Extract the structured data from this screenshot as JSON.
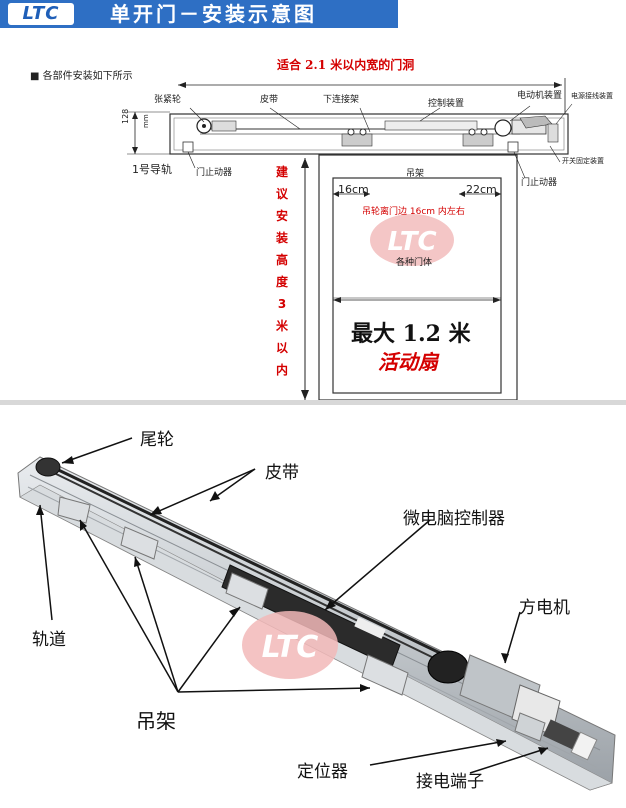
{
  "header": {
    "logo": "LTC",
    "title": "单开门－安装示意图"
  },
  "top": {
    "note": "■ 各部件安装如下所示",
    "width_note": "适合 2.1 米以内宽的门洞",
    "labels": {
      "tension_wheel": "张紧轮",
      "belt": "皮带",
      "lower_bracket": "下连接架",
      "control_unit": "控制装置",
      "motor_unit": "电动机装置",
      "power_terminal": "电源接线装置",
      "dim_128": "128",
      "dim_unit": "mm",
      "rail_1": "1号导轨",
      "stopper_left": "门止动器",
      "stopper_right": "门止动器",
      "hanger": "吊架",
      "switch_fix": "开关固定装置",
      "dim_16": "16cm",
      "dim_22": "22cm",
      "hanger_note": "吊轮离门边 16cm 内左右",
      "door_types": "各种门体",
      "max_leaf": "最大 1.2 米",
      "leaf_name": "活动扇"
    },
    "vertical_note": [
      "建",
      "议",
      "安",
      "装",
      "高",
      "度",
      "3",
      "米",
      "以",
      "内"
    ]
  },
  "bottom": {
    "labels": {
      "tail_wheel": "尾轮",
      "belt": "皮带",
      "controller": "微电脑控制器",
      "motor": "方电机",
      "track": "轨道",
      "hanger": "吊架",
      "locator": "定位器",
      "terminal": "接电端子"
    }
  },
  "colors": {
    "header_bg": "#2e6fc4",
    "accent_red": "#d40000"
  }
}
